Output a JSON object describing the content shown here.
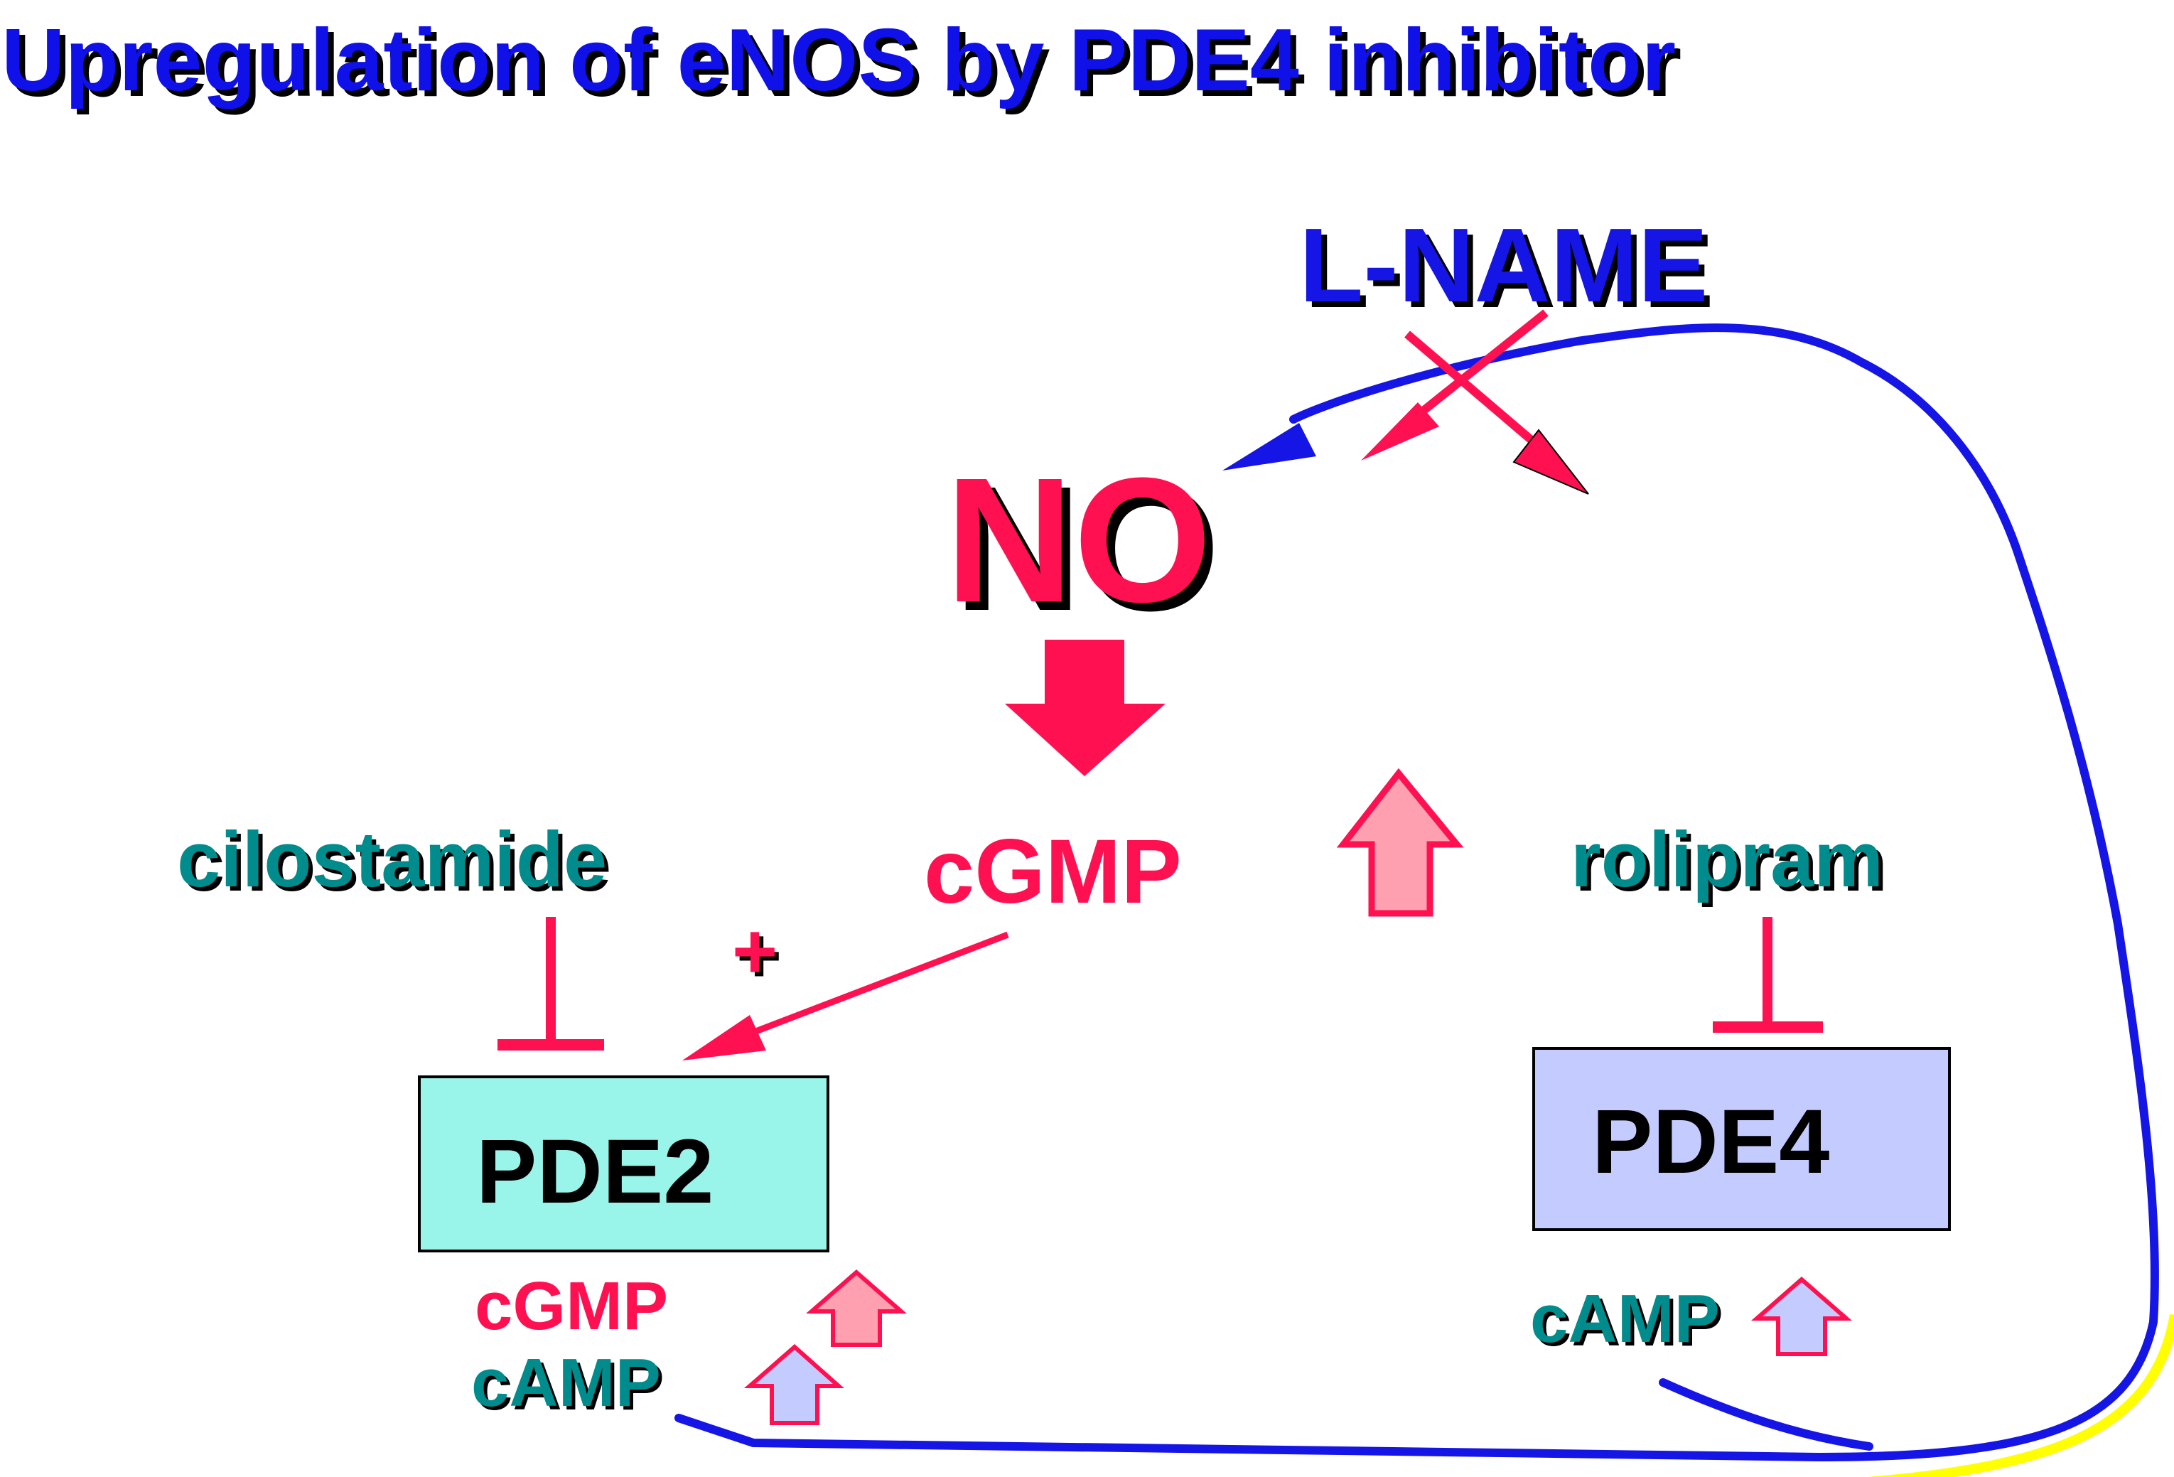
{
  "title": "Upregulation of eNOS by PDE4 inhibitor",
  "labels": {
    "l_name": "L-NAME",
    "no": "NO",
    "cgmp_center": "cGMP",
    "plus": "+",
    "cilostamide": "cilostamide",
    "rolipram": "rolipram",
    "pde2": "PDE2",
    "pde4": "PDE4",
    "pde2_cgmp": "cGMP",
    "pde2_camp": "cAMP",
    "pde4_camp": "cAMP"
  },
  "colors": {
    "title_blue": "#1010e8",
    "pathway_blue": "#1515e6",
    "accent_red": "#ff1050",
    "drug_teal": "#008c8c",
    "pde2_fill": "#99f4ea",
    "pde4_fill": "#c4cbff",
    "up_arrow_pink_fill": "#ffa0b0",
    "up_arrow_blue_fill": "#c4cbff",
    "highlight_yellow": "#ffff00"
  }
}
